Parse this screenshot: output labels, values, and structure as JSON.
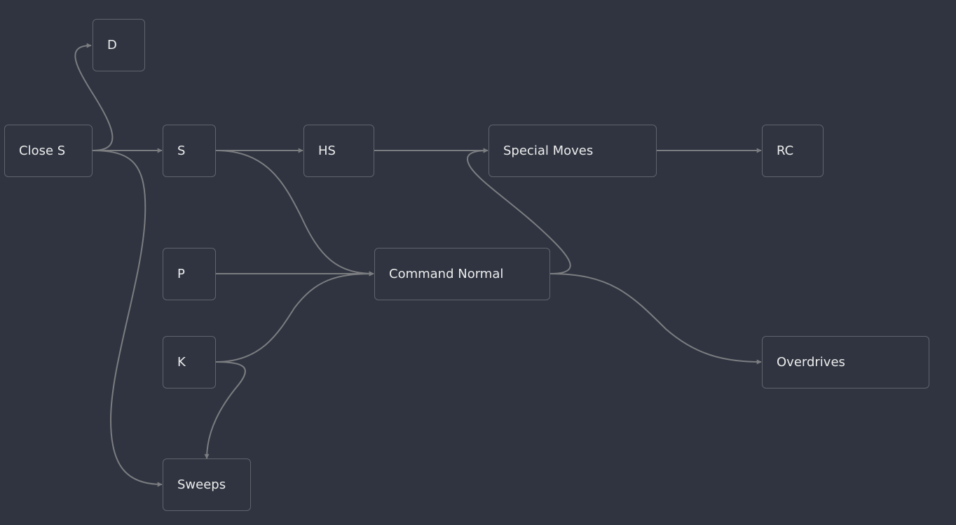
{
  "diagram": {
    "colors": {
      "background": "#2f3440",
      "node_border": "#5f646e",
      "node_text": "#ececec",
      "edge": "#7b7d80"
    },
    "nodes": {
      "d": "D",
      "close_s": "Close S",
      "s": "S",
      "hs": "HS",
      "special_moves": "Special Moves",
      "rc": "RC",
      "p": "P",
      "command_normal": "Command Normal",
      "k": "K",
      "overdrives": "Overdrives",
      "sweeps": "Sweeps"
    },
    "edges": [
      {
        "from": "Close S",
        "to": "D"
      },
      {
        "from": "Close S",
        "to": "S"
      },
      {
        "from": "Close S",
        "to": "Sweeps"
      },
      {
        "from": "S",
        "to": "HS"
      },
      {
        "from": "S",
        "to": "Command Normal"
      },
      {
        "from": "HS",
        "to": "Special Moves"
      },
      {
        "from": "Special Moves",
        "to": "RC"
      },
      {
        "from": "P",
        "to": "Command Normal"
      },
      {
        "from": "K",
        "to": "Command Normal"
      },
      {
        "from": "K",
        "to": "Sweeps"
      },
      {
        "from": "Command Normal",
        "to": "Special Moves"
      },
      {
        "from": "Command Normal",
        "to": "Overdrives"
      }
    ]
  }
}
